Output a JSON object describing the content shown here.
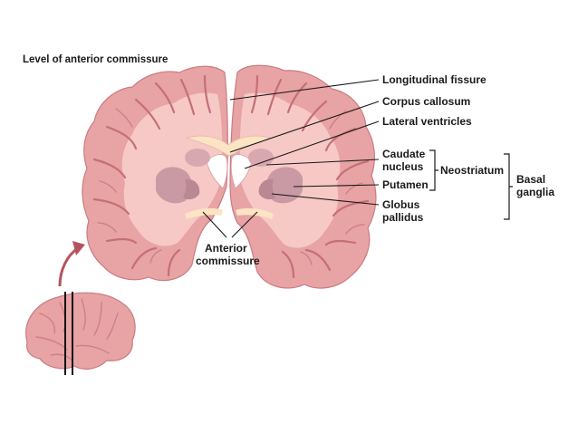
{
  "title": "Level of anterior commissure",
  "labels": {
    "longitudinal_fissure": "Longitudinal fissure",
    "corpus_callosum": "Corpus callosum",
    "lateral_ventricles": "Lateral ventricles",
    "caudate_line1": "Caudate",
    "caudate_line2": "nucleus",
    "putamen": "Putamen",
    "globus_line1": "Globus",
    "globus_line2": "pallidus",
    "neostriatum": "Neostriatum",
    "basal_line1": "Basal",
    "basal_line2": "ganglia",
    "anterior_line1": "Anterior",
    "anterior_line2": "commissure"
  },
  "colors": {
    "cortex_outer": "#e8a3a5",
    "white_matter": "#f6c9c6",
    "sulcus_line": "#c56f76",
    "nuclei": "#c99aa4",
    "commissure": "#fbe3c3",
    "arrow": "#b5545e",
    "text": "#1a1a1a"
  }
}
